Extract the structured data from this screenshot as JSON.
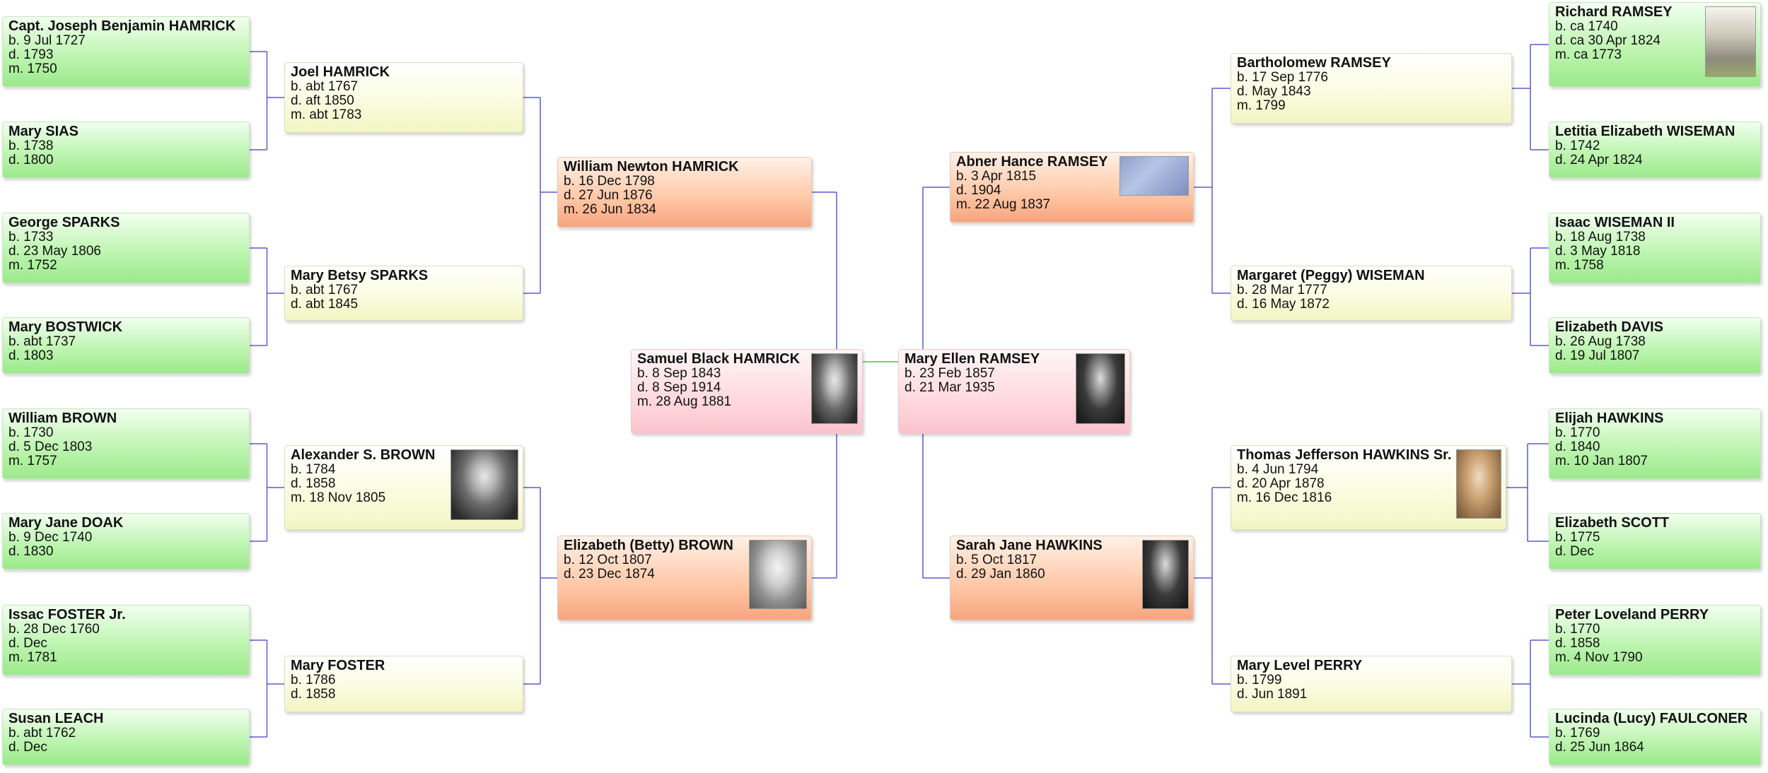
{
  "couple": [
    {
      "name": "Samuel Black HAMRICK",
      "lines": [
        "b. 8 Sep 1843",
        "d. 8 Sep 1914",
        "m. 28 Aug 1881"
      ],
      "photo": "portrait-bearded-man"
    },
    {
      "name": "Mary Ellen RAMSEY",
      "lines": [
        "b. 23 Feb 1857",
        "d. 21 Mar 1935"
      ],
      "photo": "portrait-woman"
    }
  ],
  "parents": [
    {
      "name": "William Newton HAMRICK",
      "lines": [
        "b. 16 Dec 1798",
        "d. 27 Jun 1876",
        "m. 26 Jun 1834"
      ]
    },
    {
      "name": "Elizabeth (Betty) BROWN",
      "lines": [
        "b. 12 Oct 1807",
        "d. 23 Dec 1874"
      ],
      "photo": "portrait-elderly-woman"
    },
    {
      "name": "Abner Hance RAMSEY",
      "lines": [
        "b. 3 Apr 1815",
        "d. 1904",
        "m. 22 Aug 1837"
      ],
      "photo": "grave-plaque"
    },
    {
      "name": "Sarah Jane HAWKINS",
      "lines": [
        "b. 5 Oct 1817",
        "d. 29 Jan 1860"
      ],
      "photo": "portrait-woman"
    }
  ],
  "grandparents": [
    {
      "name": "Joel HAMRICK",
      "lines": [
        "b. abt 1767",
        "d. aft 1850",
        "m. abt 1783"
      ]
    },
    {
      "name": "Mary Betsy SPARKS",
      "lines": [
        "b. abt 1767",
        "d. abt 1845"
      ]
    },
    {
      "name": "Alexander S. BROWN",
      "lines": [
        "b. 1784",
        "d. 1858",
        "m. 18 Nov 1805"
      ],
      "photo": "portrait-man"
    },
    {
      "name": "Mary FOSTER",
      "lines": [
        "b. 1786",
        "d. 1858"
      ]
    },
    {
      "name": "Bartholomew RAMSEY",
      "lines": [
        "b. 17 Sep 1776",
        "d. May 1843",
        "m. 1799"
      ]
    },
    {
      "name": "Margaret (Peggy) WISEMAN",
      "lines": [
        "b. 28 Mar 1777",
        "d. 16 May 1872"
      ]
    },
    {
      "name": "Thomas Jefferson HAWKINS Sr.",
      "lines": [
        "b. 4 Jun 1794",
        "d. 20 Apr 1878",
        "m. 16 Dec 1816"
      ],
      "photo": "portrait-sepia"
    },
    {
      "name": "Mary Level PERRY",
      "lines": [
        "b. 1799",
        "d. Jun 1891"
      ]
    }
  ],
  "great_grandparents": [
    {
      "name": "Capt. Joseph Benjamin HAMRICK",
      "lines": [
        "b. 9 Jul 1727",
        "d. 1793",
        "m. 1750"
      ]
    },
    {
      "name": "Mary SIAS",
      "lines": [
        "b. 1738",
        "d. 1800"
      ]
    },
    {
      "name": "George SPARKS",
      "lines": [
        "b. 1733",
        "d. 23 May 1806",
        "m. 1752"
      ]
    },
    {
      "name": "Mary BOSTWICK",
      "lines": [
        "b. abt 1737",
        "d. 1803"
      ]
    },
    {
      "name": "William BROWN",
      "lines": [
        "b. 1730",
        "d. 5 Dec 1803",
        "m. 1757"
      ]
    },
    {
      "name": "Mary Jane DOAK",
      "lines": [
        "b. 9 Dec 1740",
        "d. 1830"
      ]
    },
    {
      "name": "Issac FOSTER Jr.",
      "lines": [
        "b. 28 Dec 1760",
        "d. Dec",
        "m. 1781"
      ]
    },
    {
      "name": "Susan LEACH",
      "lines": [
        "b. abt 1762",
        "d. Dec"
      ]
    },
    {
      "name": "Richard RAMSEY",
      "lines": [
        "b. ca 1740",
        "d. ca 30 Apr 1824",
        "m. ca 1773"
      ],
      "photo": "gravestone"
    },
    {
      "name": "Letitia Elizabeth WISEMAN",
      "lines": [
        "b. 1742",
        "d. 24 Apr 1824"
      ]
    },
    {
      "name": "Isaac WISEMAN II",
      "lines": [
        "b. 18 Aug 1738",
        "d. 3 May 1818",
        "m. 1758"
      ]
    },
    {
      "name": "Elizabeth DAVIS",
      "lines": [
        "b. 26 Aug 1738",
        "d. 19 Jul 1807"
      ]
    },
    {
      "name": "Elijah HAWKINS",
      "lines": [
        "b. 1770",
        "d. 1840",
        "m. 10 Jan 1807"
      ]
    },
    {
      "name": "Elizabeth SCOTT",
      "lines": [
        "b. 1775",
        "d. Dec"
      ]
    },
    {
      "name": "Peter Loveland PERRY",
      "lines": [
        "b. 1770",
        "d. 1858",
        "m. 4 Nov 1790"
      ]
    },
    {
      "name": "Lucinda (Lucy) FAULCONER",
      "lines": [
        "b. 1769",
        "d. 25 Jun 1864"
      ]
    }
  ]
}
